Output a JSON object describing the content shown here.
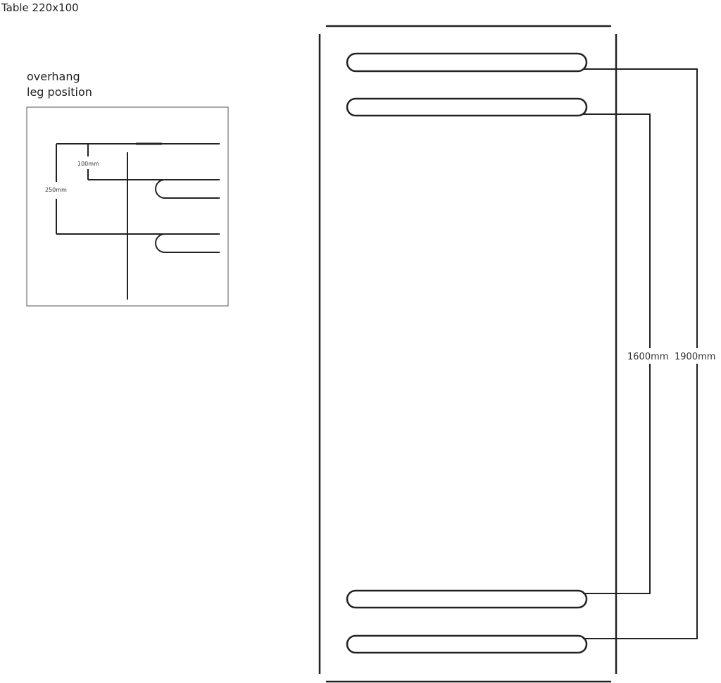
{
  "title": "Table 220x100",
  "inset": {
    "title_line1": "overhang",
    "title_line2": "leg position",
    "dim_small": "100mm",
    "dim_large": "250mm"
  },
  "main": {
    "dim_inner": "1600mm",
    "dim_outer": "1900mm"
  },
  "colors": {
    "line": "#222222"
  }
}
